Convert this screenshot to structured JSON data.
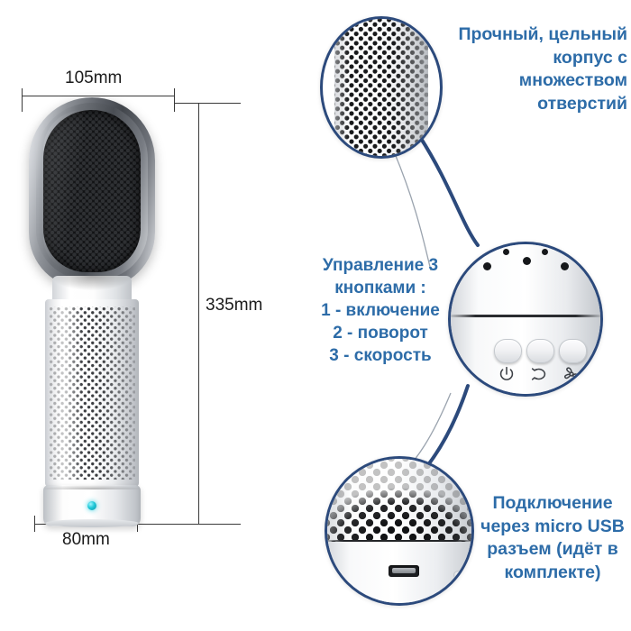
{
  "dimensions": {
    "width_top": "105mm",
    "height": "335mm",
    "width_base": "80mm"
  },
  "callouts": {
    "top": {
      "text": "Прочный, цельный\nкорпус с\nмножеством\nотверстий",
      "subject": "perforated-housing"
    },
    "middle": {
      "text": "Управление 3\nкнопками :\n1 - включение\n2 - поворот\n3 - скорость",
      "subject": "control-panel",
      "buttons": [
        {
          "index": "1",
          "icon": "power-icon",
          "function": "включение"
        },
        {
          "index": "2",
          "icon": "rotation-icon",
          "function": "поворот"
        },
        {
          "index": "3",
          "icon": "fan-icon",
          "function": "скорость"
        }
      ]
    },
    "bottom": {
      "text": "Подключение\nчерез micro USB\nразъем (идёт в\nкомплекте)",
      "subject": "micro-usb-port"
    }
  },
  "colors": {
    "text_blue": "#2d6ca8",
    "callout_border": "#2c4a7c",
    "dimension_line": "#3a3a3a",
    "led_indicator": "#1fc8d8",
    "background": "#ffffff"
  }
}
